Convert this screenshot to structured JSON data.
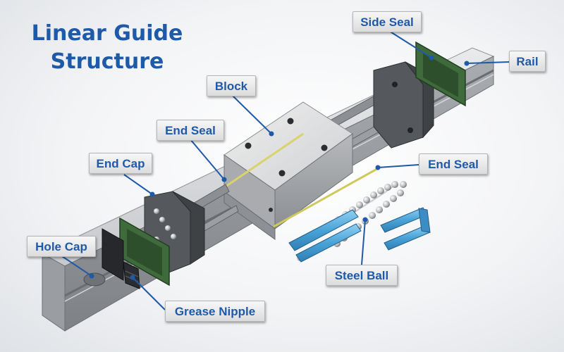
{
  "title": {
    "line1": "Linear Guide",
    "line2": "Structure"
  },
  "labels": {
    "side_seal": "Side Seal",
    "rail": "Rail",
    "block": "Block",
    "end_seal_left": "End Seal",
    "end_seal_right": "End Seal",
    "end_cap": "End Cap",
    "hole_cap": "Hole Cap",
    "steel_ball": "Steel Ball",
    "grease_nipple": "Grease Nipple"
  },
  "colors": {
    "title": "#1f5aa8",
    "leader": "#1f5aa8",
    "seal_green": "#3f6b3c",
    "ball_retainer": "#4aa3d8"
  }
}
